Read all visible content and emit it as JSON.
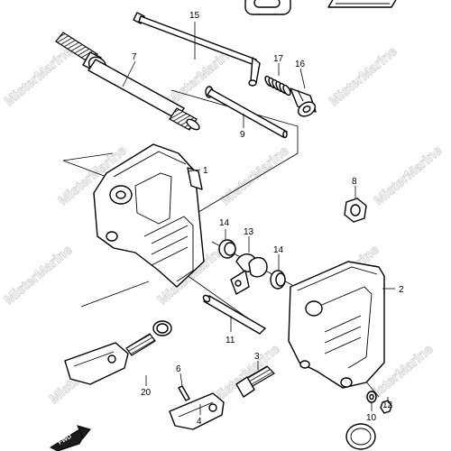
{
  "watermark": "MisterMarine",
  "direction_badge": "FWD",
  "part_numbers": {
    "p1": "1",
    "p2": "2",
    "p3": "3",
    "p4": "4",
    "p6": "6",
    "p7": "7",
    "p8": "8",
    "p9": "9",
    "p10": "10",
    "p11": "11",
    "p12": "12",
    "p13": "13",
    "p14a": "14",
    "p14b": "14",
    "p15": "15",
    "p16": "16",
    "p17": "17",
    "p20": "20"
  }
}
